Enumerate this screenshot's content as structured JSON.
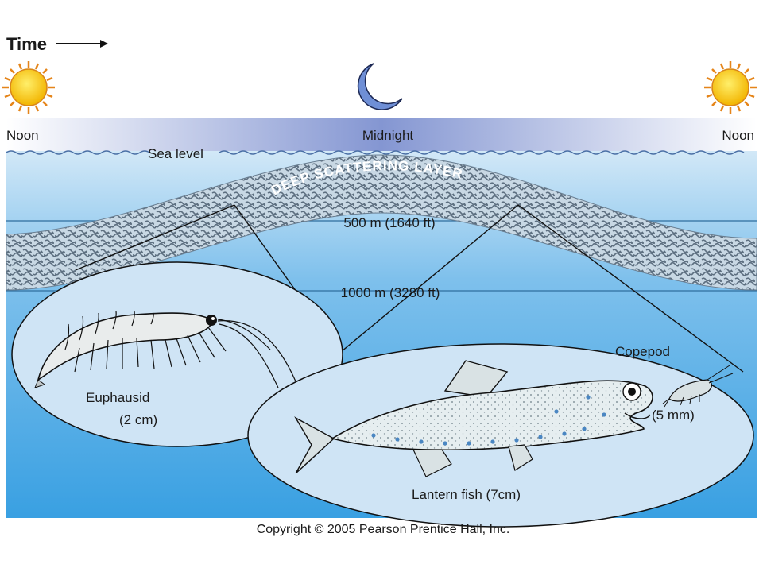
{
  "header": {
    "time_label": "Time"
  },
  "sky": {
    "noon_left": "Noon",
    "midnight": "Midnight",
    "noon_right": "Noon",
    "sea_level": "Sea level"
  },
  "layer": {
    "name": "DEEP SCATTERING LAYER"
  },
  "depths": {
    "d500": "500 m (1640 ft)",
    "d1000": "1000 m (3280 ft)"
  },
  "organisms": {
    "euphausid_name": "Euphausid",
    "euphausid_size": "(2 cm)",
    "copepod_name": "Copepod",
    "copepod_size": "(5 mm)",
    "lanternfish": "Lantern fish (7cm)"
  },
  "footer": {
    "copyright": "Copyright © 2005 Pearson Prentice Hall, Inc."
  },
  "colors": {
    "sky_dark": "#8496d2",
    "water_top": "#cfe6f6",
    "water_bottom": "#3aa0e2",
    "callout_fill": "#cfe4f5",
    "sun": "#f7c400",
    "moon": "#6f8fd6"
  }
}
